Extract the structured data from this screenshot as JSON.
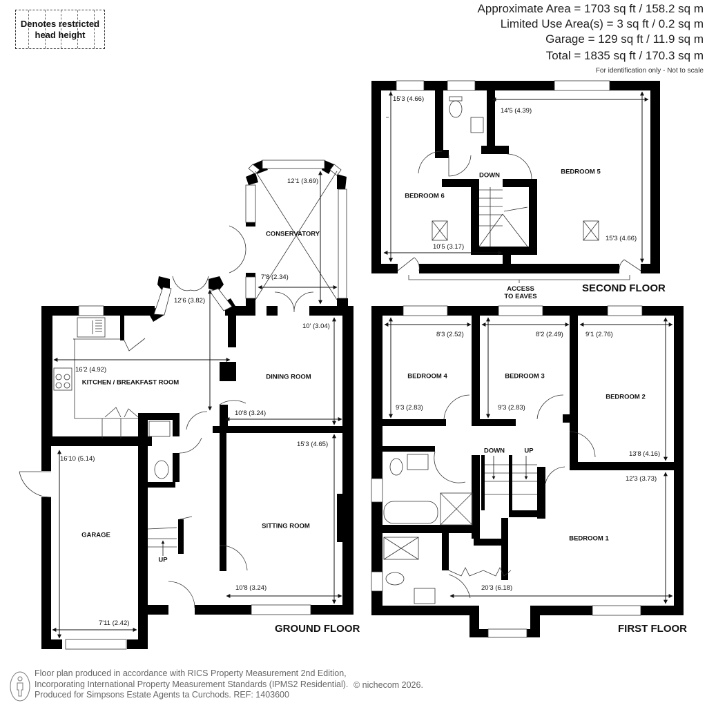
{
  "legend": {
    "line1": "Denotes restricted",
    "line2": "head height"
  },
  "areas": {
    "approximate": "Approximate Area = 1703 sq ft / 158.2 sq m",
    "limited_use": "Limited Use Area(s) = 3 sq ft / 0.2 sq m",
    "garage": "Garage = 129 sq ft / 11.9 sq m",
    "total": "Total = 1835 sq ft / 170.3 sq m",
    "disclaimer": "For identification only - Not to scale"
  },
  "floors": {
    "ground": {
      "label": "GROUND FLOOR",
      "rooms": {
        "conservatory": {
          "name": "CONSERVATORY",
          "dim_a": "12'1 (3.69)",
          "dim_b": "7'8 (2.34)"
        },
        "kitchen": {
          "name": "KITCHEN / BREAKFAST ROOM",
          "dim_a": "16'2 (4.92)",
          "dim_b": "12'6 (3.82)"
        },
        "dining": {
          "name": "DINING ROOM",
          "dim_a": "10' (3.04)",
          "dim_b": "10'8 (3.24)"
        },
        "sitting": {
          "name": "SITTING ROOM",
          "dim_a": "15'3 (4.65)",
          "dim_b": "10'8 (3.24)"
        },
        "garage": {
          "name": "GARAGE",
          "dim_a": "16'10 (5.14)",
          "dim_b": "7'11 (2.42)"
        }
      },
      "stairs_label": "UP"
    },
    "first": {
      "label": "FIRST FLOOR",
      "rooms": {
        "bedroom4": {
          "name": "BEDROOM 4",
          "dim_a": "8'3 (2.52)",
          "dim_b": "9'3 (2.83)"
        },
        "bedroom3": {
          "name": "BEDROOM 3",
          "dim_a": "8'2 (2.49)",
          "dim_b": "9'3 (2.83)"
        },
        "bedroom2": {
          "name": "BEDROOM 2",
          "dim_a": "9'1 (2.76)",
          "dim_b": "13'8 (4.16)"
        },
        "bedroom1": {
          "name": "BEDROOM 1",
          "dim_a": "12'3 (3.73)",
          "dim_b": "20'3 (6.18)"
        }
      },
      "stairs_down": "DOWN",
      "stairs_up": "UP"
    },
    "second": {
      "label": "SECOND FLOOR",
      "rooms": {
        "bedroom6": {
          "name": "BEDROOM 6",
          "dim_a": "15'3 (4.66)",
          "dim_b": "10'5 (3.17)"
        },
        "bedroom5": {
          "name": "BEDROOM 5",
          "dim_a": "14'5 (4.39)",
          "dim_b": "15'3 (4.66)"
        }
      },
      "stairs_down": "DOWN",
      "eaves_line1": "ACCESS",
      "eaves_line2": "TO EAVES"
    }
  },
  "footer": {
    "line1": "Floor plan produced in accordance with RICS Property Measurement 2nd Edition,",
    "line2": "Incorporating International Property Measurement Standards (IPMS2 Residential).",
    "line3": "Produced for Simpsons Estate Agents ta Curchods.   REF: 1403600",
    "copyright": "© nichecom 2026."
  }
}
